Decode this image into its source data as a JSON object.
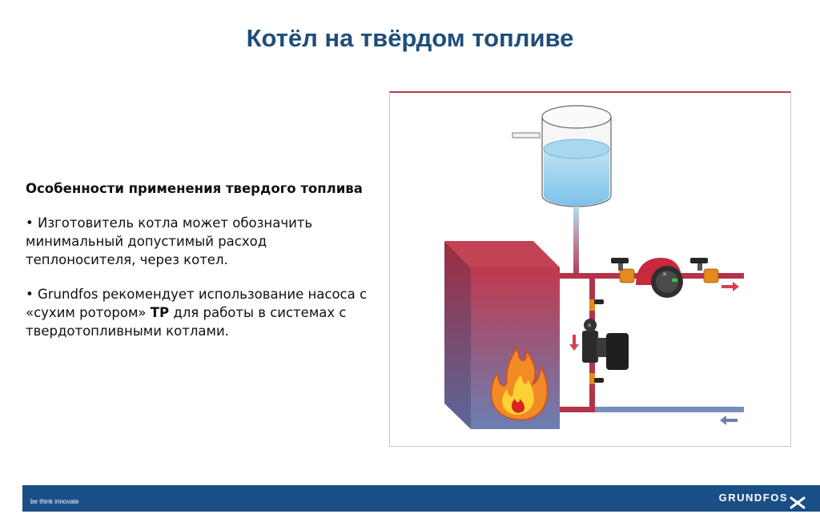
{
  "slide": {
    "title": "Котёл на твёрдом топливе"
  },
  "content": {
    "heading": "Особенности применения твердого топлива",
    "bullet1": "• Изготовитель котла может обозначить минимальный допустимый расход теплоносителя, через котел.",
    "bullet2_before": "• Grundfos рекомендует использование насоса с «сухим ротором» ",
    "bullet2_bold": "TP",
    "bullet2_after": " для работы в системах с  твердотопливными котлами."
  },
  "footer": {
    "slogan": "be think innovate",
    "logo": "GRUNDFOS"
  },
  "colors": {
    "title": "#1f4e79",
    "footer_bg": "#1a4e86",
    "hot_pipe": "#b3344a",
    "cold_pipe": "#7a8fb8",
    "boiler_top": "#c0394d",
    "boiler_bottom": "#6b7fb3"
  }
}
